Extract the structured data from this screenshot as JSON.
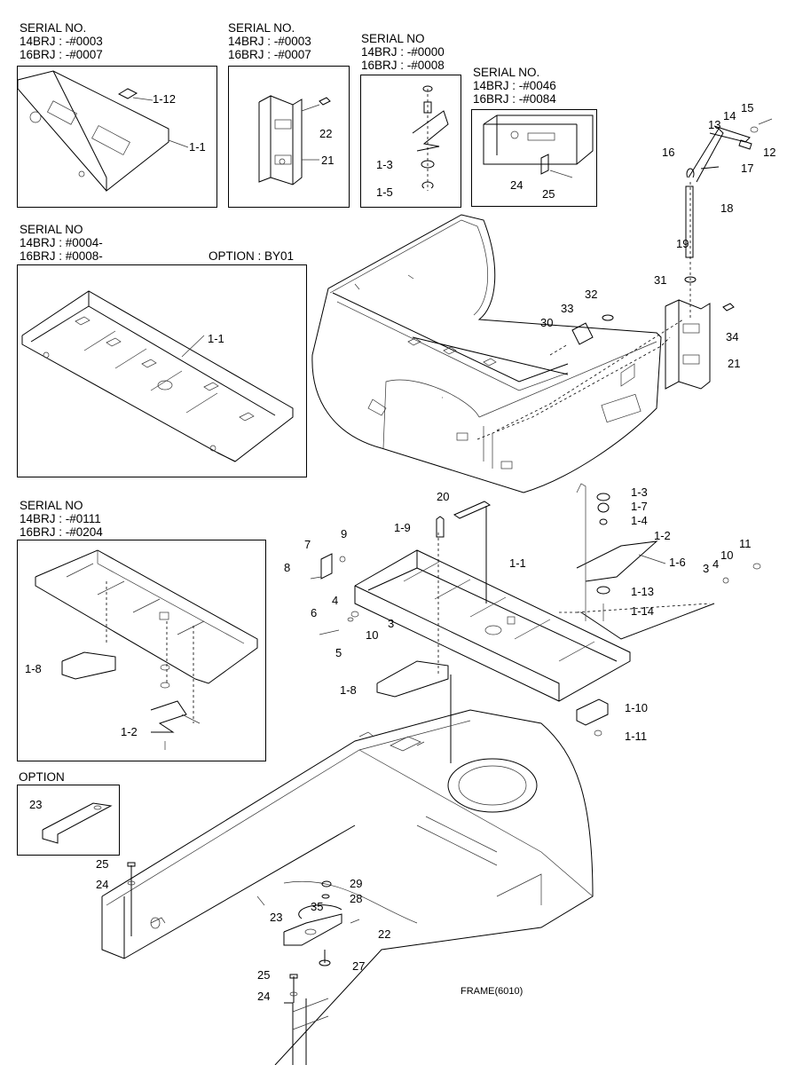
{
  "boxes": [
    {
      "serial_title": "SERIAL NO.",
      "line1": "14BRJ : -#0003",
      "line2": "16BRJ : -#0007",
      "labels": [
        "1-12",
        "1-1"
      ]
    },
    {
      "serial_title": "SERIAL NO.",
      "line1": "14BRJ : -#0003",
      "line2": "16BRJ : -#0007",
      "labels": [
        "22",
        "21"
      ]
    },
    {
      "serial_title": "SERIAL NO",
      "line1": "14BRJ : -#0000",
      "line2": "16BRJ : -#0008",
      "labels": [
        "1-3",
        "1-5"
      ]
    },
    {
      "serial_title": "SERIAL NO.",
      "line1": "14BRJ : -#0046",
      "line2": "16BRJ : -#0084",
      "labels": [
        "24",
        "25"
      ]
    },
    {
      "serial_title": "SERIAL NO",
      "line1": "14BRJ : #0004-",
      "line2": "16BRJ : #0008-",
      "option": "OPTION : BY01",
      "labels": [
        "1-1"
      ]
    },
    {
      "serial_title": "SERIAL NO",
      "line1": "14BRJ : -#0111",
      "line2": "16BRJ : -#0204",
      "labels": [
        "1-8",
        "1-2"
      ]
    },
    {
      "serial_title": "OPTION",
      "labels": [
        "23"
      ]
    }
  ],
  "main_labels": {
    "l15": "15",
    "l14": "14",
    "l13": "13",
    "l12": "12",
    "l16": "16",
    "l17": "17",
    "l18": "18",
    "l19": "19",
    "l31": "31",
    "l32": "32",
    "l33": "33",
    "l30": "30",
    "l34": "34",
    "l21": "21",
    "l20": "20",
    "l1_9": "1-9",
    "l1_1": "1-1",
    "l1_3": "1-3",
    "l1_7": "1-7",
    "l1_4": "1-4",
    "l1_2": "1-2",
    "l1_6": "1-6",
    "l11": "11",
    "l10a": "10",
    "l3a": "3",
    "l4a": "4",
    "l1_13": "1-13",
    "l1_14": "1-14",
    "l7": "7",
    "l9": "9",
    "l8": "8",
    "l4b": "4",
    "l6": "6",
    "l3b": "3",
    "l10b": "10",
    "l5": "5",
    "l1_8": "1-8",
    "l1_10": "1-10",
    "l1_11": "1-11",
    "l25a": "25",
    "l24a": "24",
    "l29": "29",
    "l28": "28",
    "l35": "35",
    "l23": "23",
    "l22": "22",
    "l27": "27",
    "l25b": "25",
    "l24b": "24"
  },
  "caption": "FRAME(6010)"
}
